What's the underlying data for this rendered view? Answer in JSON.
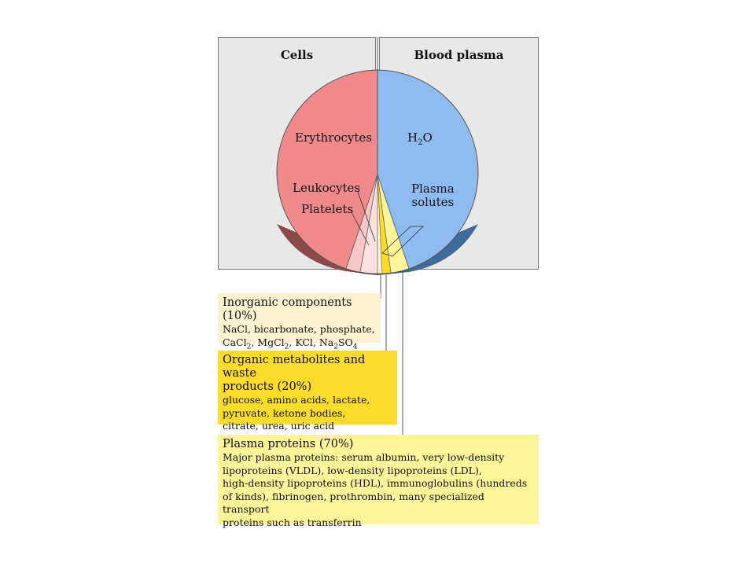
{
  "panels": {
    "cells": {
      "title": "Cells"
    },
    "plasma": {
      "title": "Blood plasma"
    }
  },
  "pie_labels": {
    "erythrocytes": "Erythrocytes",
    "h2o_main": "H",
    "h2o_sub": "2",
    "h2o_end": "O",
    "leukocytes": "Leukocytes",
    "platelets": "Platelets",
    "plasma_solutes_1": "Plasma",
    "plasma_solutes_2": "solutes"
  },
  "boxes": {
    "inorganic": {
      "title": "Inorganic components (10%)",
      "line1": "NaCl, bicarbonate, phosphate,",
      "line2_parts": [
        "CaCl",
        "2",
        ", MgCl",
        "2",
        ", KCl, Na",
        "2",
        "SO",
        "4"
      ]
    },
    "organic": {
      "title_1": "Organic metabolites and waste",
      "title_2": "products (20%)",
      "line1": "glucose, amino acids, lactate,",
      "line2": "pyruvate, ketone bodies,",
      "line3": "citrate, urea, uric acid"
    },
    "proteins": {
      "title": "Plasma proteins (70%)",
      "line1": "Major plasma proteins:  serum albumin, very low-density",
      "line2": "lipoproteins (VLDL), low-density lipoproteins (LDL),",
      "line3": "high-density lipoproteins (HDL), immunoglobulins (hundreds",
      "line4": "of kinds), fibrinogen, prothrombin, many specialized transport",
      "line5": "proteins such as transferrin"
    }
  },
  "colors": {
    "erythrocytes": "#f08a8a",
    "leukocytes": "#f8c8c8",
    "platelets": "#fde0e0",
    "water": "#8ebcf0",
    "inorganic": "#fcf2cf",
    "organic": "#fbdc2a",
    "proteins": "#fdf59a"
  }
}
